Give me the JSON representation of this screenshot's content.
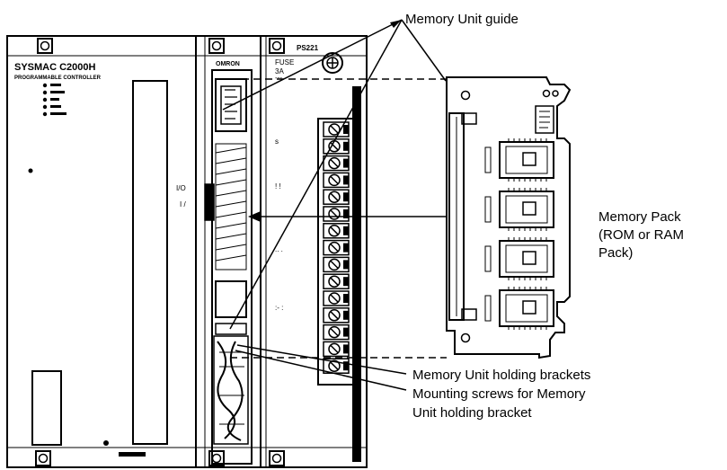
{
  "callouts": {
    "memory_unit_guide": "Memory Unit guide",
    "memory_pack": [
      "Memory Pack",
      "(ROM or RAM",
      "Pack)"
    ],
    "holding_brackets": "Memory Unit holding brackets",
    "mounting_screws": [
      "Mounting screws for Memory",
      "Unit holding bracket"
    ]
  },
  "device": {
    "model_label": "SYSMAC C2000H",
    "subtitle": "PROGRAMMABLE CONTROLLER",
    "brand": "OMRON",
    "fuse_label": "FUSE",
    "fuse_value": "3A",
    "power_label": "PS221",
    "unit_label": "I/O"
  }
}
